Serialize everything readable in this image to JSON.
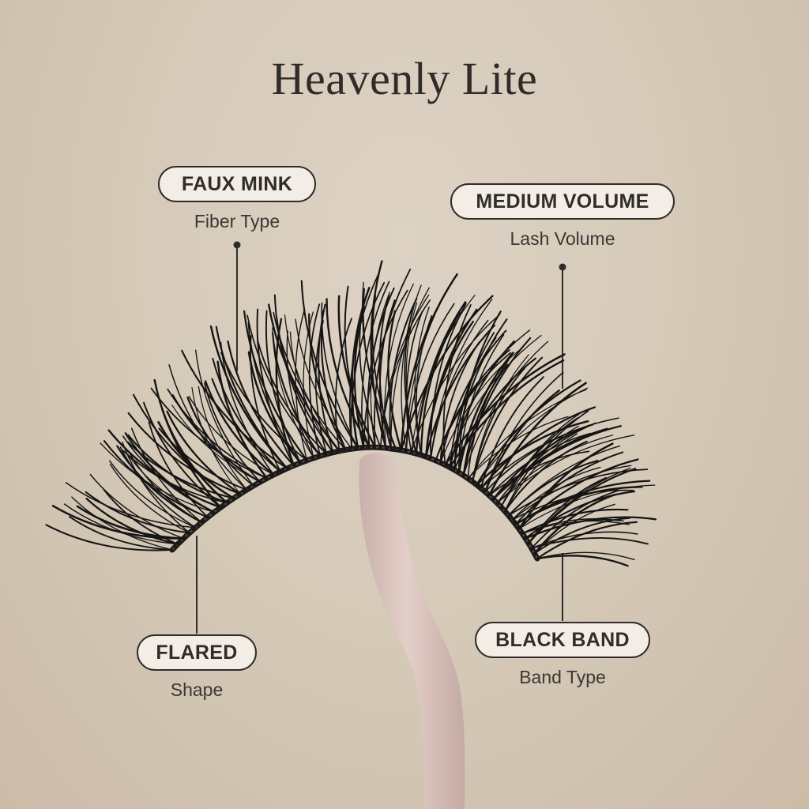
{
  "title": "Heavenly Lite",
  "features": [
    {
      "label": "FAUX MINK",
      "caption": "Fiber Type"
    },
    {
      "label": "MEDIUM VOLUME",
      "caption": "Lash Volume"
    },
    {
      "label": "FLARED",
      "caption": "Shape"
    },
    {
      "label": "BLACK BAND",
      "caption": "Band Type"
    }
  ],
  "colors": {
    "background": "#d6cab9",
    "pill_fill": "#f3ede6",
    "ink": "#2f2c29",
    "applicator": "#d9c3bd"
  },
  "images": {
    "lash": "false-eyelash-strip",
    "applicator": "pink-lash-applicator-wand"
  }
}
